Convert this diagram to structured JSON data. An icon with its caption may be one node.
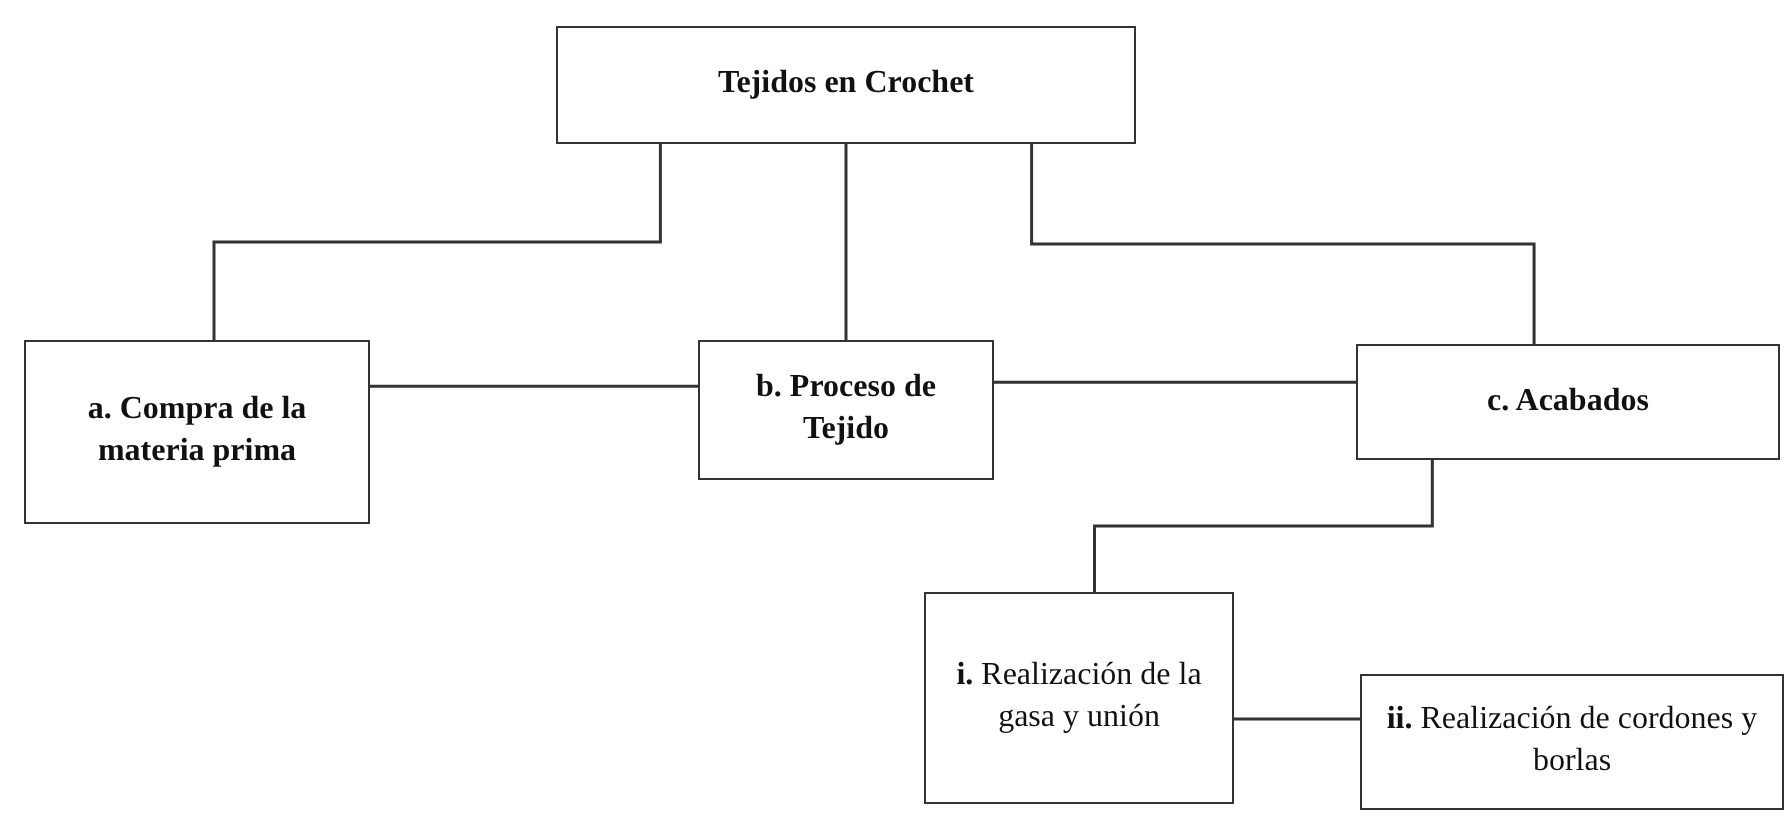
{
  "diagram": {
    "nodes": [
      {
        "text": [
          "Tejidos en Crochet"
        ]
      },
      {
        "text": [
          "a.  Compra de la materia prima"
        ]
      },
      {
        "text": [
          "b.  Proceso de Tejido"
        ]
      },
      {
        "text": [
          "c.  Acabados"
        ]
      },
      {
        "text": [
          "**i.**  Realización de la gasa y unión"
        ]
      },
      {
        "text": [
          "**ii.**  Realización de cordones y borlas"
        ]
      }
    ],
    "edges": [
      {
        "from": 0,
        "to": 1,
        "arrow": "none"
      },
      {
        "from": 0,
        "to": 2,
        "arrow": "none"
      },
      {
        "from": 0,
        "to": 3,
        "arrow": "none"
      },
      {
        "from": 1,
        "to": 2,
        "arrow": "none"
      },
      {
        "from": 2,
        "to": 3,
        "arrow": "none"
      },
      {
        "from": 3,
        "to": 4,
        "arrow": "none"
      },
      {
        "from": 4,
        "to": 5,
        "arrow": "none"
      }
    ]
  }
}
